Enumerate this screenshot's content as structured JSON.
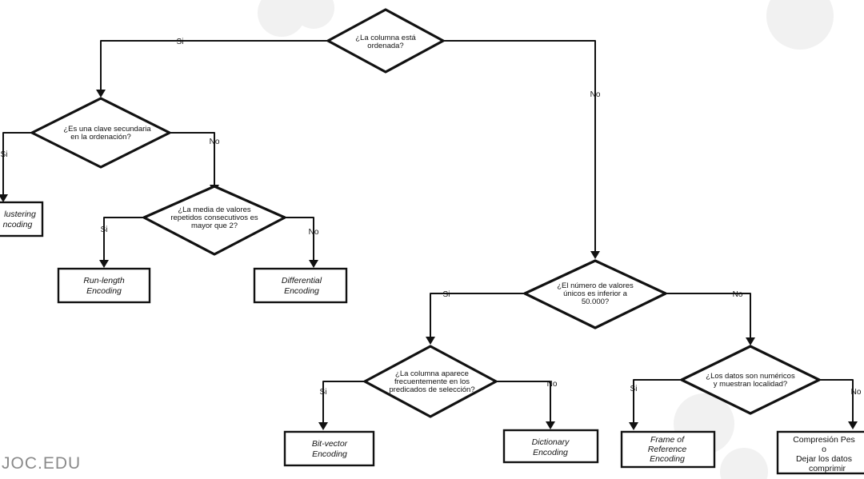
{
  "watermark": "JOC.EDU",
  "questions": {
    "q1": [
      "¿La columna está",
      "ordenada?"
    ],
    "q2": [
      "¿Es una clave secundaria",
      "en la ordenación?"
    ],
    "q3": [
      "¿La media de valores",
      "repetidos consecutivos es",
      "mayor que 2?"
    ],
    "q4": [
      "¿El número de valores",
      "únicos es inferior a",
      "50.000?"
    ],
    "q5": [
      "¿La columna aparece",
      "frecuentemente en los",
      "predicados de selección?"
    ],
    "q6": [
      "¿Los datos son numéricos",
      "y muestran localidad?"
    ]
  },
  "branches": {
    "q1_yes": "Si",
    "q1_no": "No",
    "q2_yes": "Si",
    "q2_no": "No",
    "q3_yes": "Si",
    "q3_no": "No",
    "q4_yes": "Si",
    "q4_no": "No",
    "q5_yes": "Si",
    "q5_no": "No",
    "q6_yes": "Si",
    "q6_no": "No"
  },
  "results": {
    "clustering": [
      "lustering",
      "ncoding"
    ],
    "run_length": [
      "Run-length",
      "Encoding"
    ],
    "differential": [
      "Differential",
      "Encoding"
    ],
    "bit_vector": [
      "Bit-vector",
      "Encoding"
    ],
    "dictionary": [
      "Dictionary",
      "Encoding"
    ],
    "frame_ref": [
      "Frame of",
      "Reference",
      "Encoding"
    ],
    "compression": [
      "Compresión Pes",
      "o",
      "Dejar los datos",
      "comprimir"
    ]
  }
}
